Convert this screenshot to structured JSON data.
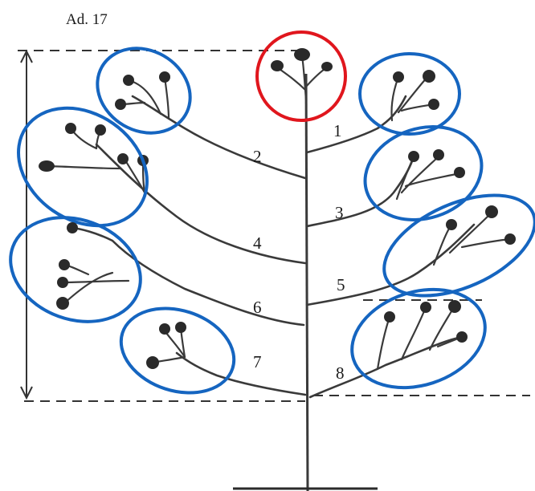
{
  "figure": {
    "title": "Ad. 17",
    "branch_labels": [
      "1",
      "2",
      "3",
      "4",
      "5",
      "6",
      "7",
      "8"
    ],
    "colors": {
      "top_circle": "#e0161d",
      "branch_ovals": "#1565c0",
      "lines": "#3a3a3a"
    }
  }
}
